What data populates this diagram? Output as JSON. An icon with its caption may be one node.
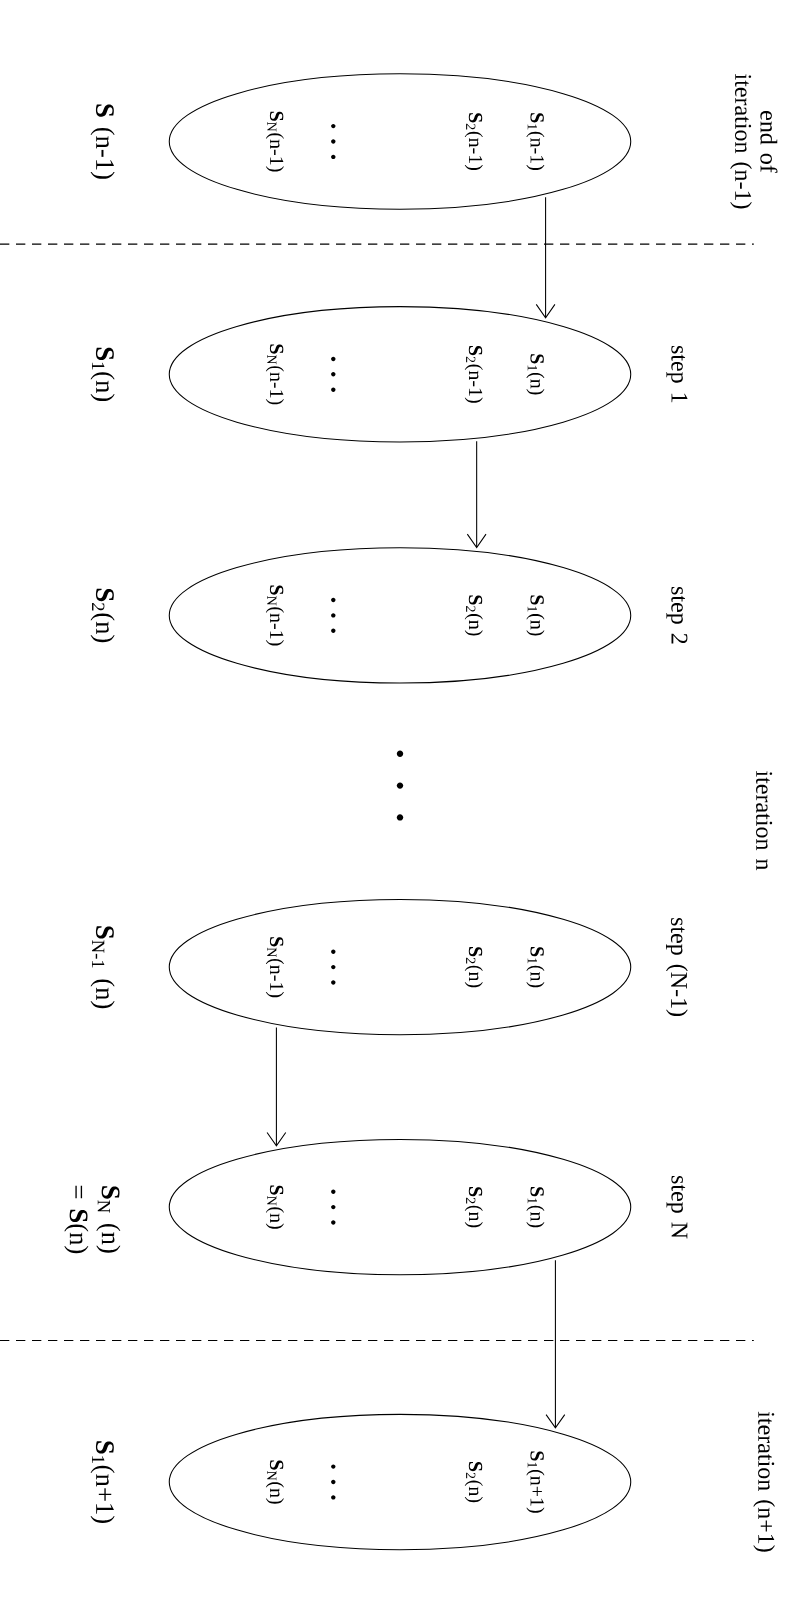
{
  "diagram": {
    "nodes": [
      {
        "text": [
          "**S**$_{1}$(n-1)",
          "**S**$_{2}$(n-1)",
          "**S**$_{N}$(n-1)"
        ],
        "beside": [
          "**S** (n-1)"
        ]
      },
      {
        "text": [
          "**S**$_{1}$(n)",
          "**S**$_{2}$(n-1)",
          "**S**$_{N}$(n-1)"
        ],
        "beside": [
          "step 1",
          "**S**$_{1}$(n)"
        ]
      },
      {
        "text": [
          "**S**$_{1}$(n)",
          "**S**$_{2}$(n)",
          "**S**$_{N}$(n-1)"
        ],
        "beside": [
          "step 2",
          "**S**$_{2}$(n)"
        ]
      },
      {
        "text": [
          "**S**$_{1}$(n)",
          "**S**$_{2}$(n)",
          "**S**$_{N}$(n-1)"
        ],
        "beside": [
          "step (N-1)",
          "**S**$_{N-1}$ (n)"
        ]
      },
      {
        "text": [
          "**S**$_{1}$(n)",
          "**S**$_{2}$(n)",
          "**S**$_{N}$(n)"
        ],
        "beside": [
          "step N",
          "**S**$_{N}$ (n) = **S**(n)"
        ]
      },
      {
        "text": [
          "**S**$_{1}$(n+1)",
          "**S**$_{2}$(n)",
          "**S**$_{N}$(n)"
        ],
        "beside": [
          "**S**$_{1}$(n+1)"
        ]
      }
    ],
    "edges": [
      {
        "from": 0,
        "to": 1,
        "arrow": "to"
      },
      {
        "from": 1,
        "to": 2,
        "arrow": "to"
      },
      {
        "from": 3,
        "to": 4,
        "arrow": "to"
      },
      {
        "from": 4,
        "to": 5,
        "arrow": "to"
      }
    ],
    "labels": [
      "end of iteration (n-1)",
      "iteration n",
      "iteration (n+1)"
    ]
  }
}
